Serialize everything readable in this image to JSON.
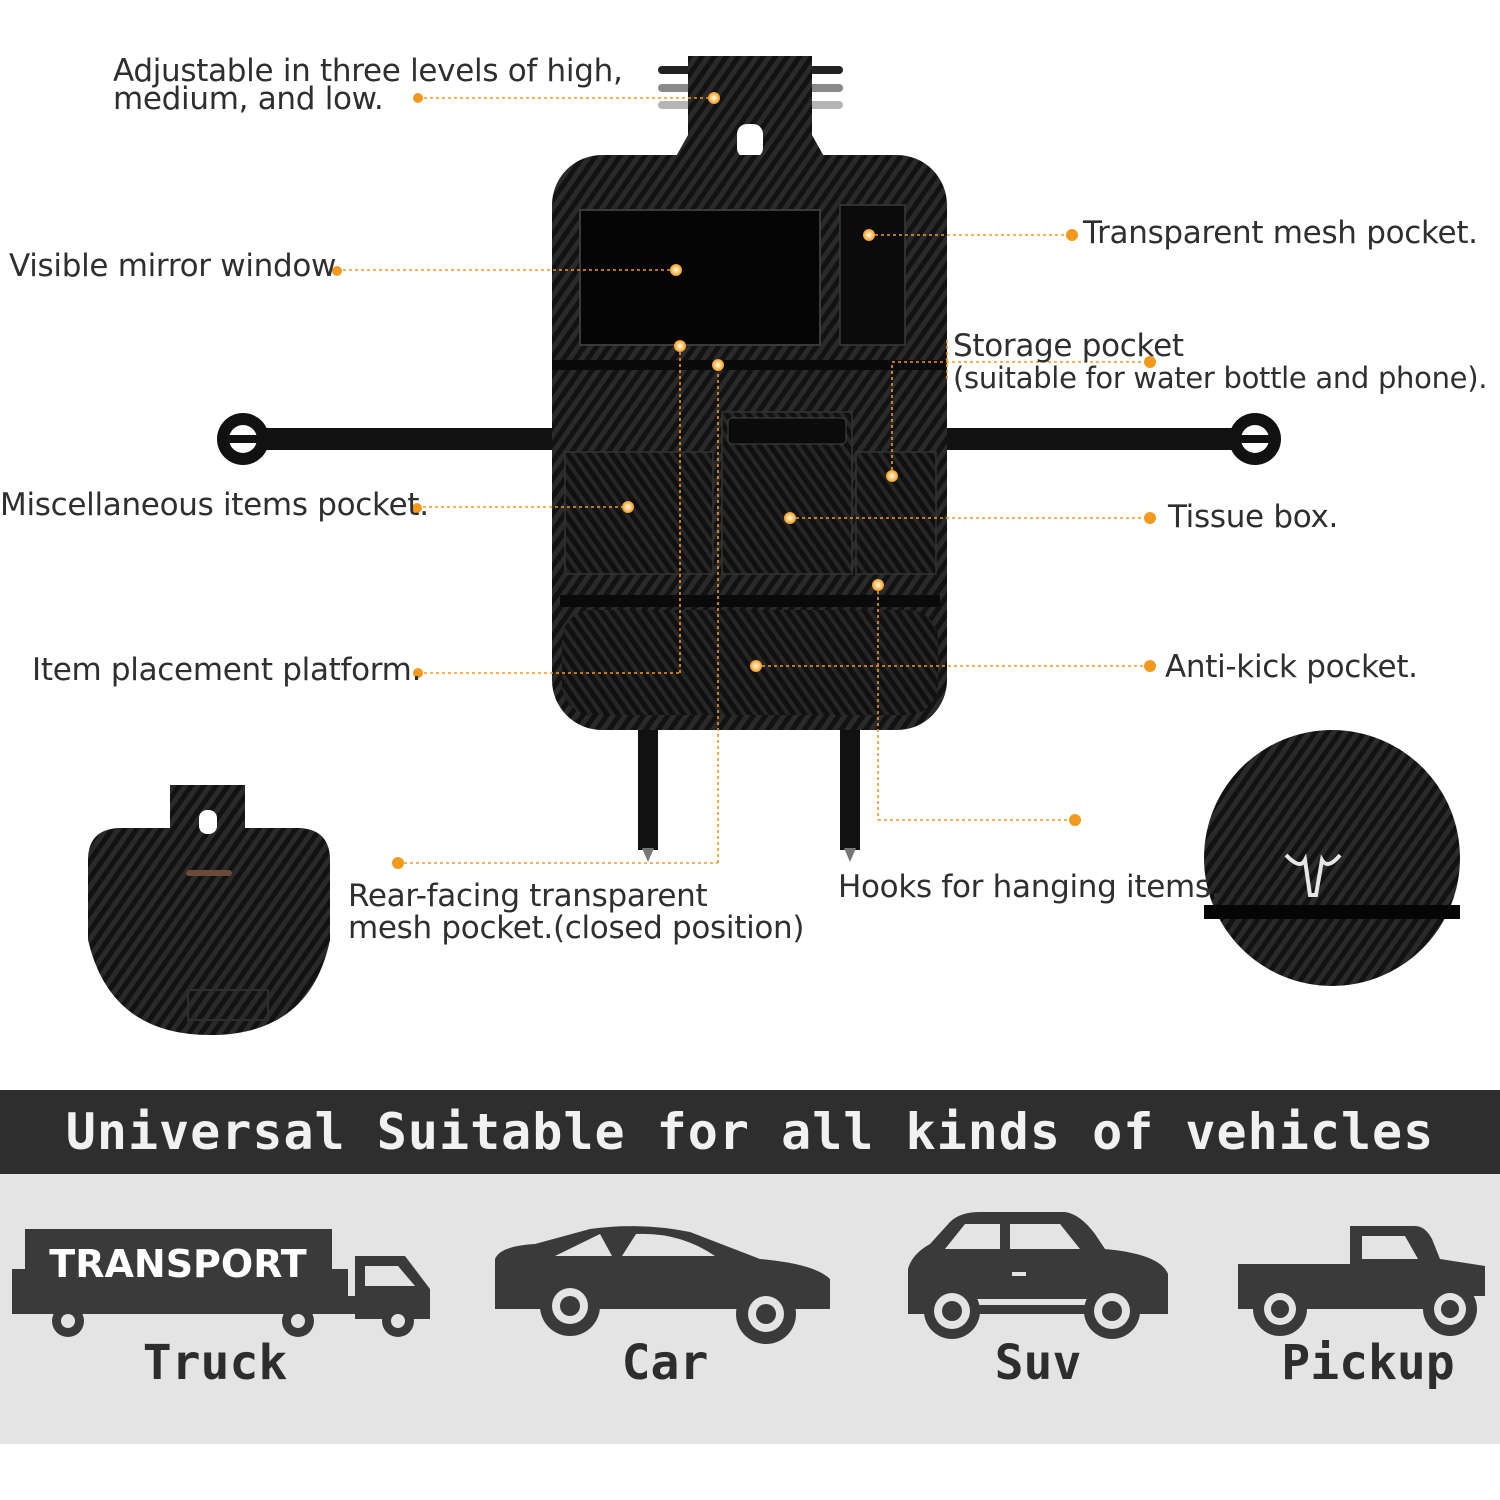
{
  "callouts": {
    "adjustable": [
      "Adjustable in three levels of high,",
      "medium, and low."
    ],
    "mirror_window": "Visible mirror window",
    "mesh_pocket": "Transparent mesh pocket.",
    "storage_pocket": [
      "Storage pocket",
      "(suitable for water bottle and phone)."
    ],
    "misc_pocket": "Miscellaneous items pocket.",
    "tissue_box": "Tissue box.",
    "platform": "Item placement platform.",
    "anti_kick": "Anti-kick pocket.",
    "rear_mesh": [
      "Rear-facing transparent",
      "mesh pocket.(closed position)"
    ],
    "hooks": "Hooks for hanging items."
  },
  "banner": {
    "title": "Universal Suitable for all kinds of vehicles"
  },
  "vehicles": [
    {
      "name": "Truck",
      "icon": "truck-icon",
      "badge": "TRANSPORT"
    },
    {
      "name": "Car",
      "icon": "car-icon"
    },
    {
      "name": "Suv",
      "icon": "suv-icon"
    },
    {
      "name": "Pickup",
      "icon": "pickup-icon"
    }
  ],
  "colors": {
    "accent": "#f39a1e",
    "organizer": "#141414",
    "banner": "#2e2e2e",
    "strip": "#e4e4e4",
    "text": "#2f2f2f"
  }
}
